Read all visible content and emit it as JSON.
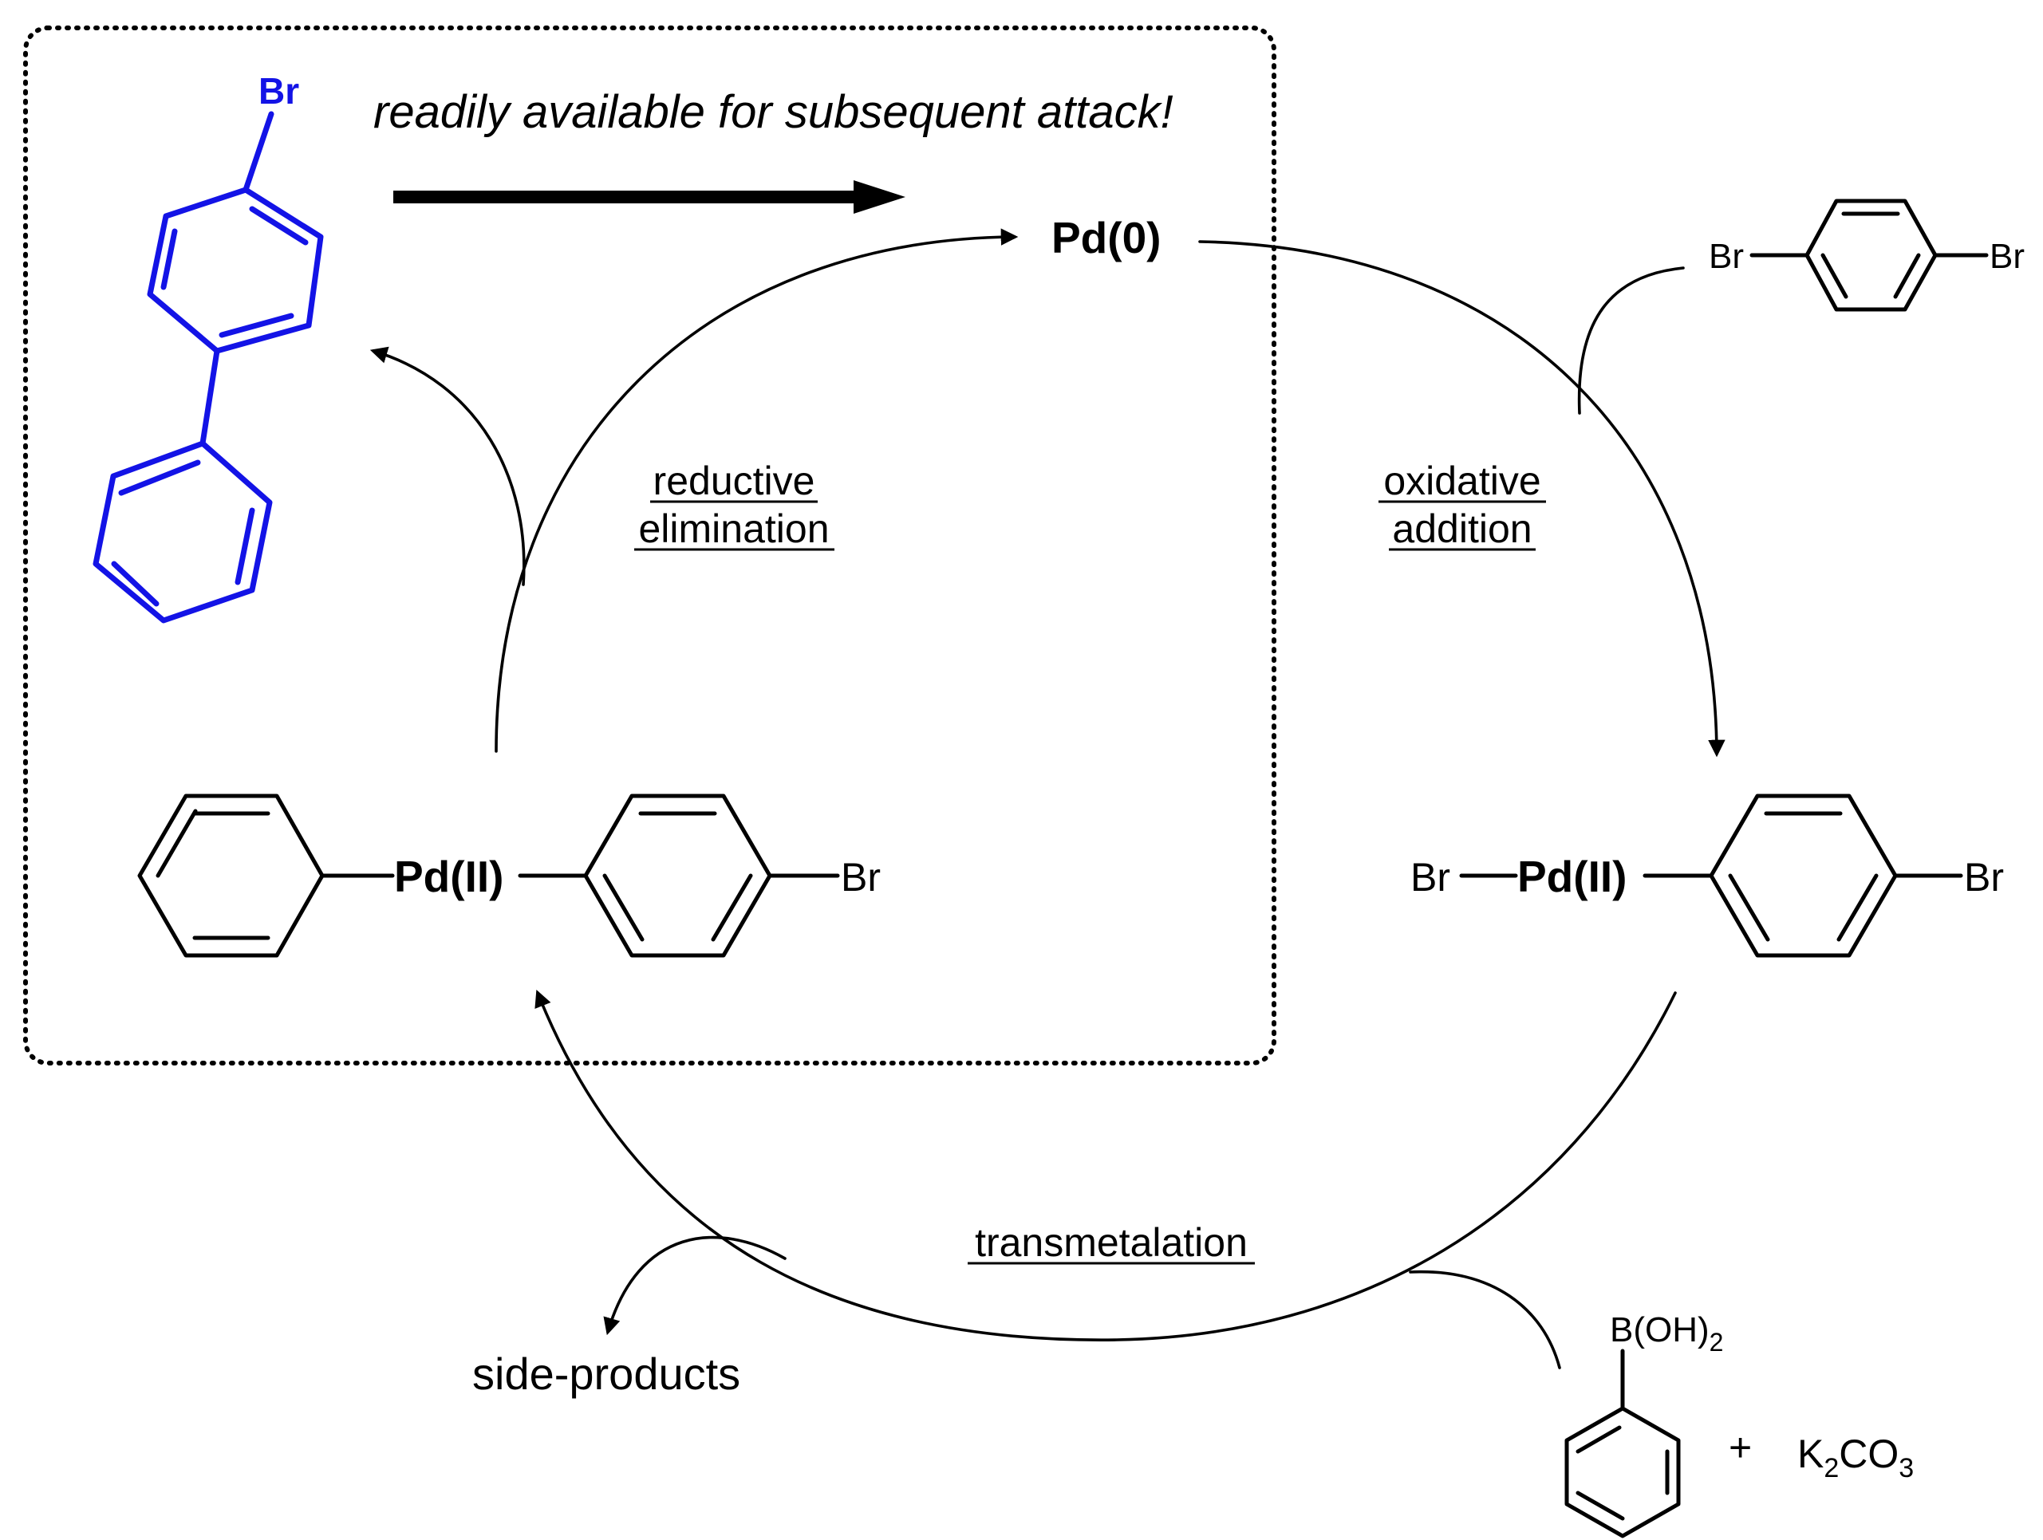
{
  "colors": {
    "highlight": "#1313e6",
    "line": "#000000",
    "background": "#ffffff"
  },
  "box": {
    "caption": "readily available for subsequent attack!",
    "product": {
      "substituent": "Br"
    }
  },
  "catalyst": {
    "label": "Pd(0)"
  },
  "steps": {
    "oxidative_addition": [
      "oxidative",
      "addition"
    ],
    "reductive_elimination": [
      "reductive",
      "elimination"
    ],
    "transmetalation": "transmetalation"
  },
  "substrate": {
    "left": "Br",
    "right": "Br"
  },
  "intermediate_right": {
    "pd": "Pd(II)",
    "left": "Br",
    "right": "Br"
  },
  "intermediate_left": {
    "pd": "Pd(II)",
    "right": "Br"
  },
  "boronic_acid": {
    "base": "B(OH)",
    "sub": "2"
  },
  "plus": "+",
  "base_reagent": {
    "k": "K",
    "k_sub": "2",
    "co": "CO",
    "co_sub": "3"
  },
  "side_products": "side-products"
}
